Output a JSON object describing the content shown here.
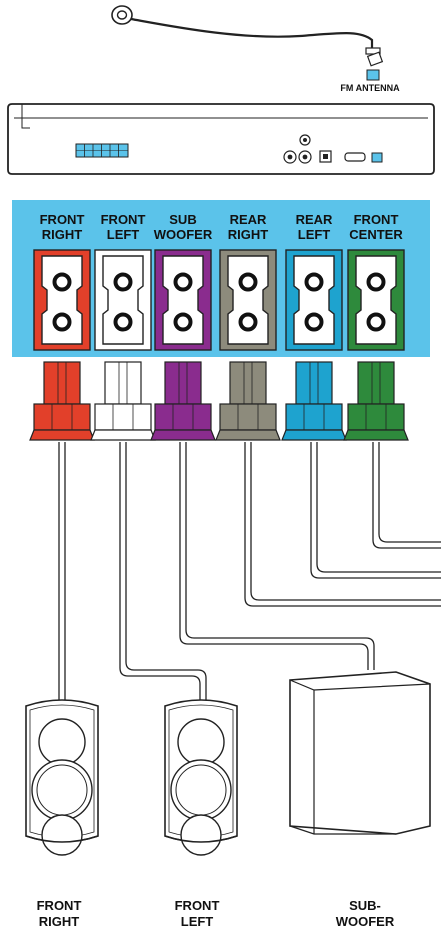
{
  "antenna": {
    "label": "FM ANTENNA"
  },
  "connector_panel": {
    "background": "#5bc3ea",
    "channels": [
      {
        "id": "front-right",
        "line1": "FRONT",
        "line2": "RIGHT",
        "color": "#e2402a",
        "plug": "#e2402a"
      },
      {
        "id": "front-left",
        "line1": "FRONT",
        "line2": "LEFT",
        "color": "#ffffff",
        "plug": "#ffffff"
      },
      {
        "id": "sub-woofer",
        "line1": "SUB",
        "line2": "WOOFER",
        "color": "#8a2c8e",
        "plug": "#8a2c8e"
      },
      {
        "id": "rear-right",
        "line1": "REAR",
        "line2": "RIGHT",
        "color": "#8d8b7c",
        "plug": "#8d8b7c"
      },
      {
        "id": "rear-left",
        "line1": "REAR",
        "line2": "LEFT",
        "color": "#1ea3cf",
        "plug": "#1ea3cf"
      },
      {
        "id": "front-center",
        "line1": "FRONT",
        "line2": "CENTER",
        "color": "#2e8a3c",
        "plug": "#2e8a3c"
      }
    ]
  },
  "speakers": [
    {
      "id": "front-right",
      "line1": "FRONT",
      "line2": "RIGHT"
    },
    {
      "id": "front-left",
      "line1": "FRONT",
      "line2": "LEFT"
    },
    {
      "id": "sub-woofer",
      "line1": "SUB-",
      "line2": "WOOFER"
    }
  ]
}
